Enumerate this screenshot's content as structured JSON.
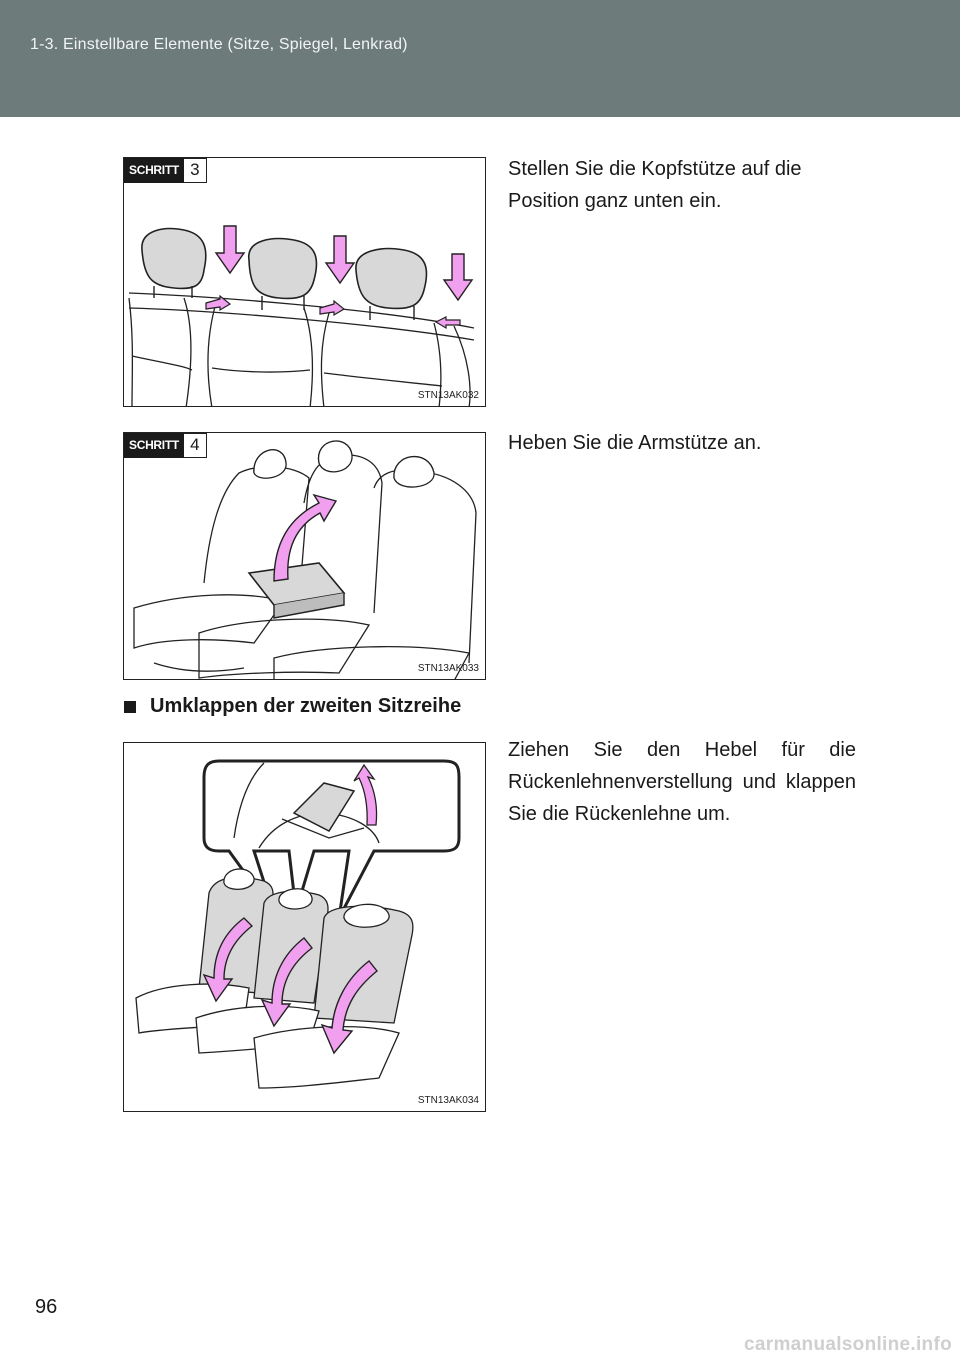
{
  "header": {
    "title": "1-3. Einstellbare Elemente (Sitze, Spiegel, Lenkrad)"
  },
  "steps": [
    {
      "step_word": "SCHRITT",
      "step_number": "3",
      "figure_code": "STN13AK032",
      "text": "Stellen Sie die Kopfstütze auf die Position ganz unten ein."
    },
    {
      "step_word": "SCHRITT",
      "step_number": "4",
      "figure_code": "STN13AK033",
      "text": "Heben Sie die Armstütze an."
    }
  ],
  "section": {
    "heading": "Umklappen der zweiten Sitzreihe",
    "figure_code": "STN13AK034",
    "text": "Ziehen Sie den Hebel für die Rückenlehnenverstellung und klappen Sie die Rückenlehne um."
  },
  "page_number": "96",
  "watermark": "carmanualsonline.info",
  "colors": {
    "header_bg": "#6e7b7b",
    "arrow_pink": "#f0a0ef",
    "seat_gray": "#d8d8d8"
  }
}
